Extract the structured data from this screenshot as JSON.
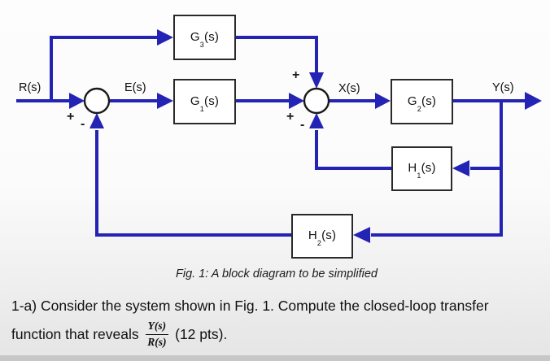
{
  "colors": {
    "line_blue": "#2323b4",
    "block_border": "#2a2a2a",
    "text": "#141414",
    "footer_bar": "#c7c7c7"
  },
  "diagram": {
    "signals": {
      "input": "R(s)",
      "error": "E(s)",
      "intermediate": "X(s)",
      "output": "Y(s)"
    },
    "blocks": {
      "g3": {
        "base": "G",
        "sub": "3",
        "suffix": "(s)"
      },
      "g1": {
        "base": "G",
        "sub": "1",
        "suffix": "(s)"
      },
      "g2": {
        "base": "G",
        "sub": "2",
        "suffix": "(s)"
      },
      "h1": {
        "base": "H",
        "sub": "1",
        "suffix": "(s)"
      },
      "h2": {
        "base": "H",
        "sub": "2",
        "suffix": "(s)"
      }
    },
    "junction1": {
      "sign_left": "+",
      "sign_bottom": "-"
    },
    "junction2": {
      "sign_top": "+",
      "sign_left": "+",
      "sign_bottom": "-"
    }
  },
  "caption": "Fig. 1: A block diagram to be simplified",
  "question": {
    "line1": "1-a) Consider the system shown in Fig. 1. Compute the closed-loop transfer",
    "line2_prefix": "function that reveals",
    "fraction": {
      "numerator": "Y(s)",
      "denominator": "R(s)"
    },
    "line2_suffix": "(12 pts)."
  }
}
